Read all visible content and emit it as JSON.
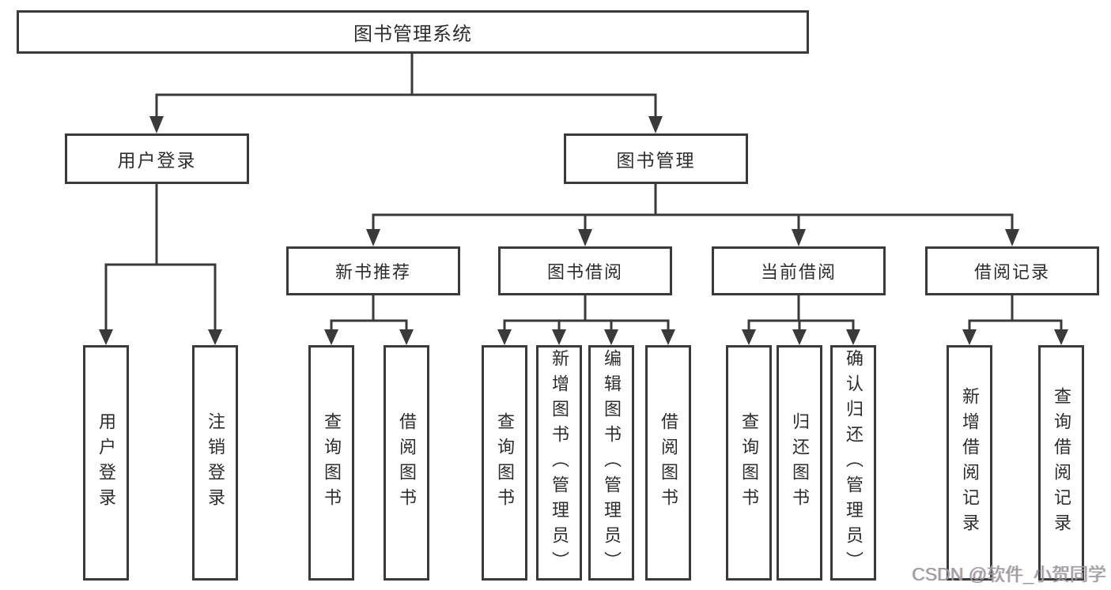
{
  "tree": {
    "root": {
      "label": "图书管理系统"
    },
    "branches": [
      {
        "label": "用户登录",
        "children": [
          {
            "label": "用户登录"
          },
          {
            "label": "注销登录"
          }
        ]
      },
      {
        "label": "图书管理",
        "children": [
          {
            "label": "新书推荐",
            "children": [
              {
                "label": "查询图书"
              },
              {
                "label": "借阅图书"
              }
            ]
          },
          {
            "label": "图书借阅",
            "children": [
              {
                "label": "查询图书"
              },
              {
                "label": "新增图书（管理员）"
              },
              {
                "label": "编辑图书（管理员）"
              },
              {
                "label": "借阅图书"
              }
            ]
          },
          {
            "label": "当前借阅",
            "children": [
              {
                "label": "查询图书"
              },
              {
                "label": "归还图书"
              },
              {
                "label": "确认归还（管理员）"
              }
            ]
          },
          {
            "label": "借阅记录",
            "children": [
              {
                "label": "新增借阅记录"
              },
              {
                "label": "查询借阅记录"
              }
            ]
          }
        ]
      }
    ]
  },
  "watermark": {
    "text": "CSDN @软件_小贺同学"
  },
  "colors": {
    "line": "#3a3a3a",
    "text": "#2d2d2d",
    "background": "#ffffff",
    "watermark": "#9c9c9c"
  }
}
